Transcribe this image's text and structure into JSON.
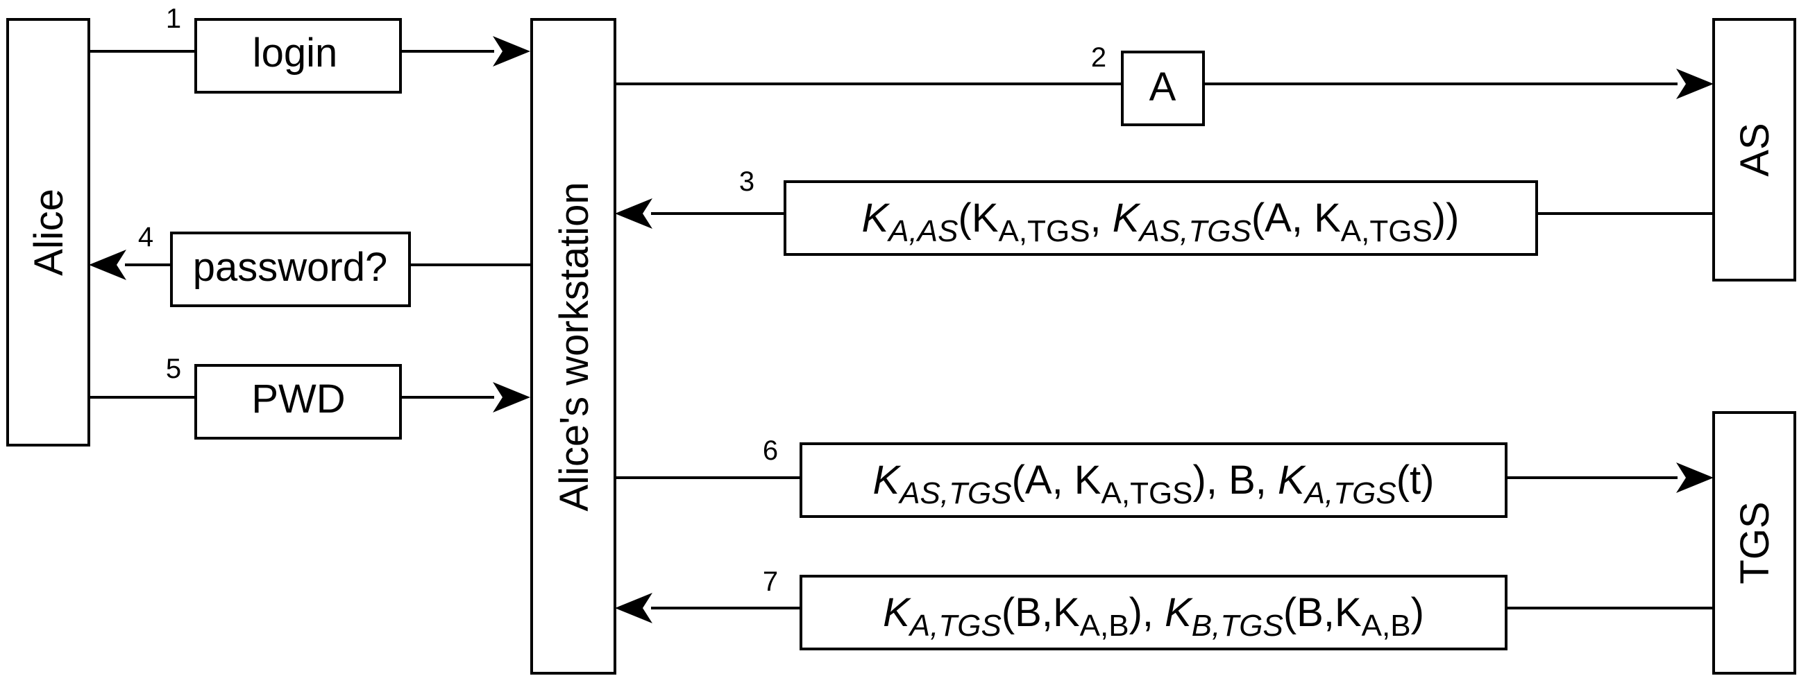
{
  "entities": {
    "alice": "Alice",
    "workstation": "Alice's workstation",
    "as": "AS",
    "tgs": "TGS"
  },
  "messages": [
    {
      "step": "1",
      "content": "login"
    },
    {
      "step": "2",
      "content": "A"
    },
    {
      "step": "3",
      "content": "K_{A,AS}(K_{A,TGS}, K_{AS,TGS}(A, K_{A,TGS}))"
    },
    {
      "step": "4",
      "content": "password?"
    },
    {
      "step": "5",
      "content": "PWD"
    },
    {
      "step": "6",
      "content": "K_{AS,TGS}(A, K_{A,TGS}), B, K_{A,TGS}(t)"
    },
    {
      "step": "7",
      "content": "K_{A,TGS}(B,K_{A,B}), K_{B,TGS}(B,K_{A,B})"
    }
  ],
  "text_parts": {
    "m3": {
      "k1": "K",
      "k1sub": "A,AS",
      "p1": "(K",
      "s1": "A,TGS",
      "p2": ", ",
      "k2": "K",
      "k2sub": "AS,TGS",
      "p3": "(A, K",
      "s2": "A,TGS",
      "p4": "))"
    },
    "m6": {
      "k1": "K",
      "k1sub": "AS,TGS",
      "p1": "(A, K",
      "s1": "A,TGS",
      "p2": "), B, ",
      "k2": "K",
      "k2sub": "A,TGS",
      "p3": "(t)"
    },
    "m7": {
      "k1": "K",
      "k1sub": "A,TGS",
      "p1": "(B,K",
      "s1": "A,B",
      "p2": "), ",
      "k2": "K",
      "k2sub": "B,TGS",
      "p3": "(B,K",
      "s2": "A,B",
      "p4": ")"
    }
  }
}
